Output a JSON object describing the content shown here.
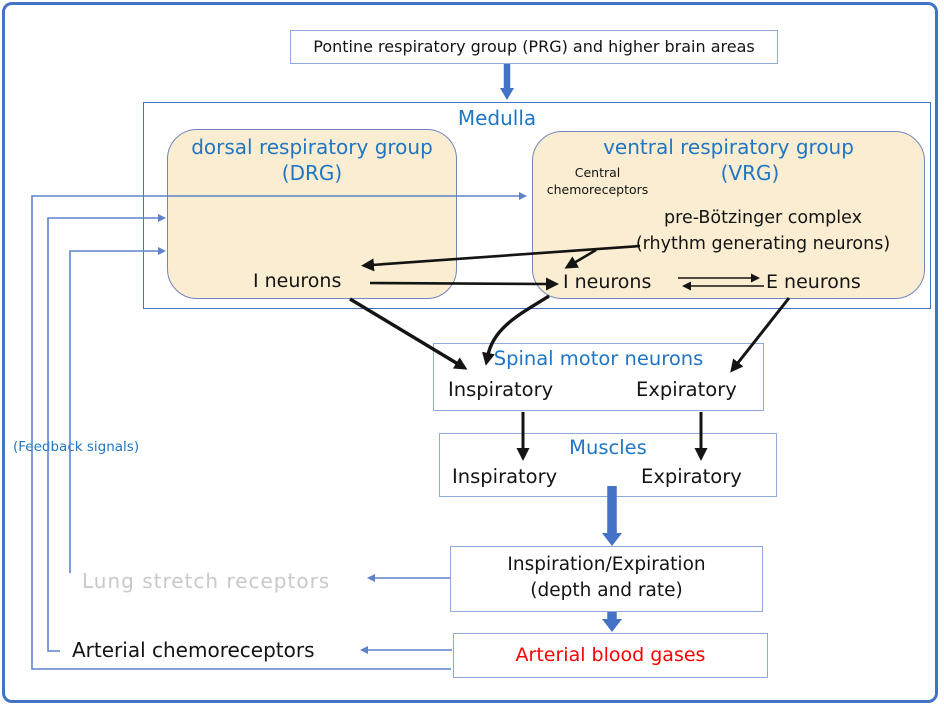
{
  "colors": {
    "frame_blue": "#4472C4",
    "thick_arrow_blue": "#4472C4",
    "feedback_line_blue": "#5E83CB",
    "title_blue": "#1F76C4",
    "box_fill_tan": "#FAEDD1",
    "light_box_border": "#8EA9DB",
    "gray_text": "#C7C9CB",
    "red_text": "#FF0000",
    "black": "#141414"
  },
  "boxes": {
    "prg": {
      "label": "Pontine respiratory group (PRG) and higher brain areas"
    },
    "medulla": {
      "label": "Medulla"
    },
    "drg": {
      "title_line1": "dorsal respiratory group",
      "title_line2": "(DRG)",
      "i_neurons": "I neurons"
    },
    "vrg": {
      "title_line1": "ventral respiratory group",
      "title_line2": "(VRG)",
      "central_chemo_line1": "Central",
      "central_chemo_line2": "chemoreceptors",
      "prebotzinger_line1": "pre-Bötzinger complex",
      "prebotzinger_line2": "(rhythm generating neurons)",
      "i_neurons": "I neurons",
      "e_neurons": "E neurons"
    },
    "spinal": {
      "title": "Spinal motor neurons",
      "left": "Inspiratory",
      "right": "Expiratory"
    },
    "muscles": {
      "title": "Muscles",
      "left": "Inspiratory",
      "right": "Expiratory"
    },
    "insp_exp": {
      "line1": "Inspiration/Expiration",
      "line2": "(depth and rate)"
    },
    "abg": {
      "label": "Arterial blood gases"
    }
  },
  "labels": {
    "feedback": "(Feedback signals)",
    "lung_stretch": "Lung stretch receptors",
    "arterial_chemo": "Arterial chemoreceptors"
  }
}
